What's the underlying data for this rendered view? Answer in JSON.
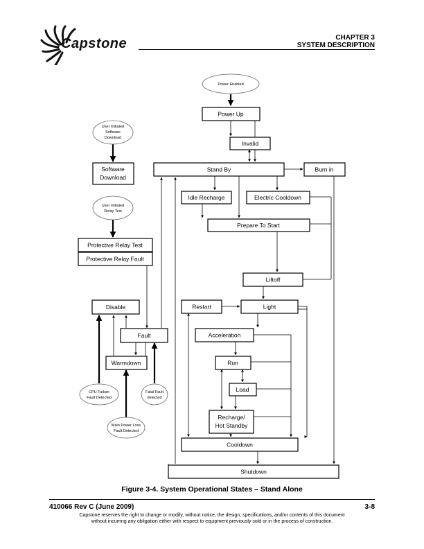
{
  "header": {
    "brand": "Capstone",
    "chapter": "CHAPTER 3",
    "section": "SYSTEM DESCRIPTION"
  },
  "diagram": {
    "power_enabled": "Power Enabled",
    "power_up": "Power Up",
    "invalid": "Invalid",
    "stand_by": "Stand By",
    "burn_in": "Burn in",
    "idle_recharge": "Idle Recharge",
    "electric_cooldown": "Electric Cooldown",
    "prepare_to_start": "Prepare To Start",
    "liftoff": "Liftoff",
    "restart": "Restart",
    "light": "Light",
    "acceleration": "Acceleration",
    "run": "Run",
    "load": "Load",
    "recharge_l1": "Recharge/",
    "recharge_l2": "Hot Standby",
    "cooldown": "Cooldown",
    "shutdown": "Shutdown",
    "user_sw_l1": "User Initiated",
    "user_sw_l2": "Software",
    "user_sw_l3": "Download",
    "software_l1": "Software",
    "software_l2": "Download",
    "user_relay_l1": "User Initiated",
    "user_relay_l2": "Relay Test",
    "relay_test": "Protective Relay Test",
    "relay_fault": "Protective Relay Fault",
    "disable": "Disable",
    "fault": "Fault",
    "warmdown": "Warmdown",
    "cpu_l1": "CPU Failure",
    "cpu_l2": "Fault Detected",
    "fatal_l1": "Fatal Fault",
    "fatal_l2": "detected",
    "mains_l1": "Main Power Loss",
    "mains_l2": "Fault Detected"
  },
  "caption": "Figure 3-4.  System Operational States – Stand Alone",
  "footer": {
    "doc_id": "410066 Rev C (June 2009)",
    "page": "3-8",
    "notice_l1": "Capstone reserves the right to change or modify, without notice, the design, specifications, and/or contents of this document",
    "notice_l2": "without incurring any obligation either with respect to equipment previously sold or in the process of construction."
  }
}
